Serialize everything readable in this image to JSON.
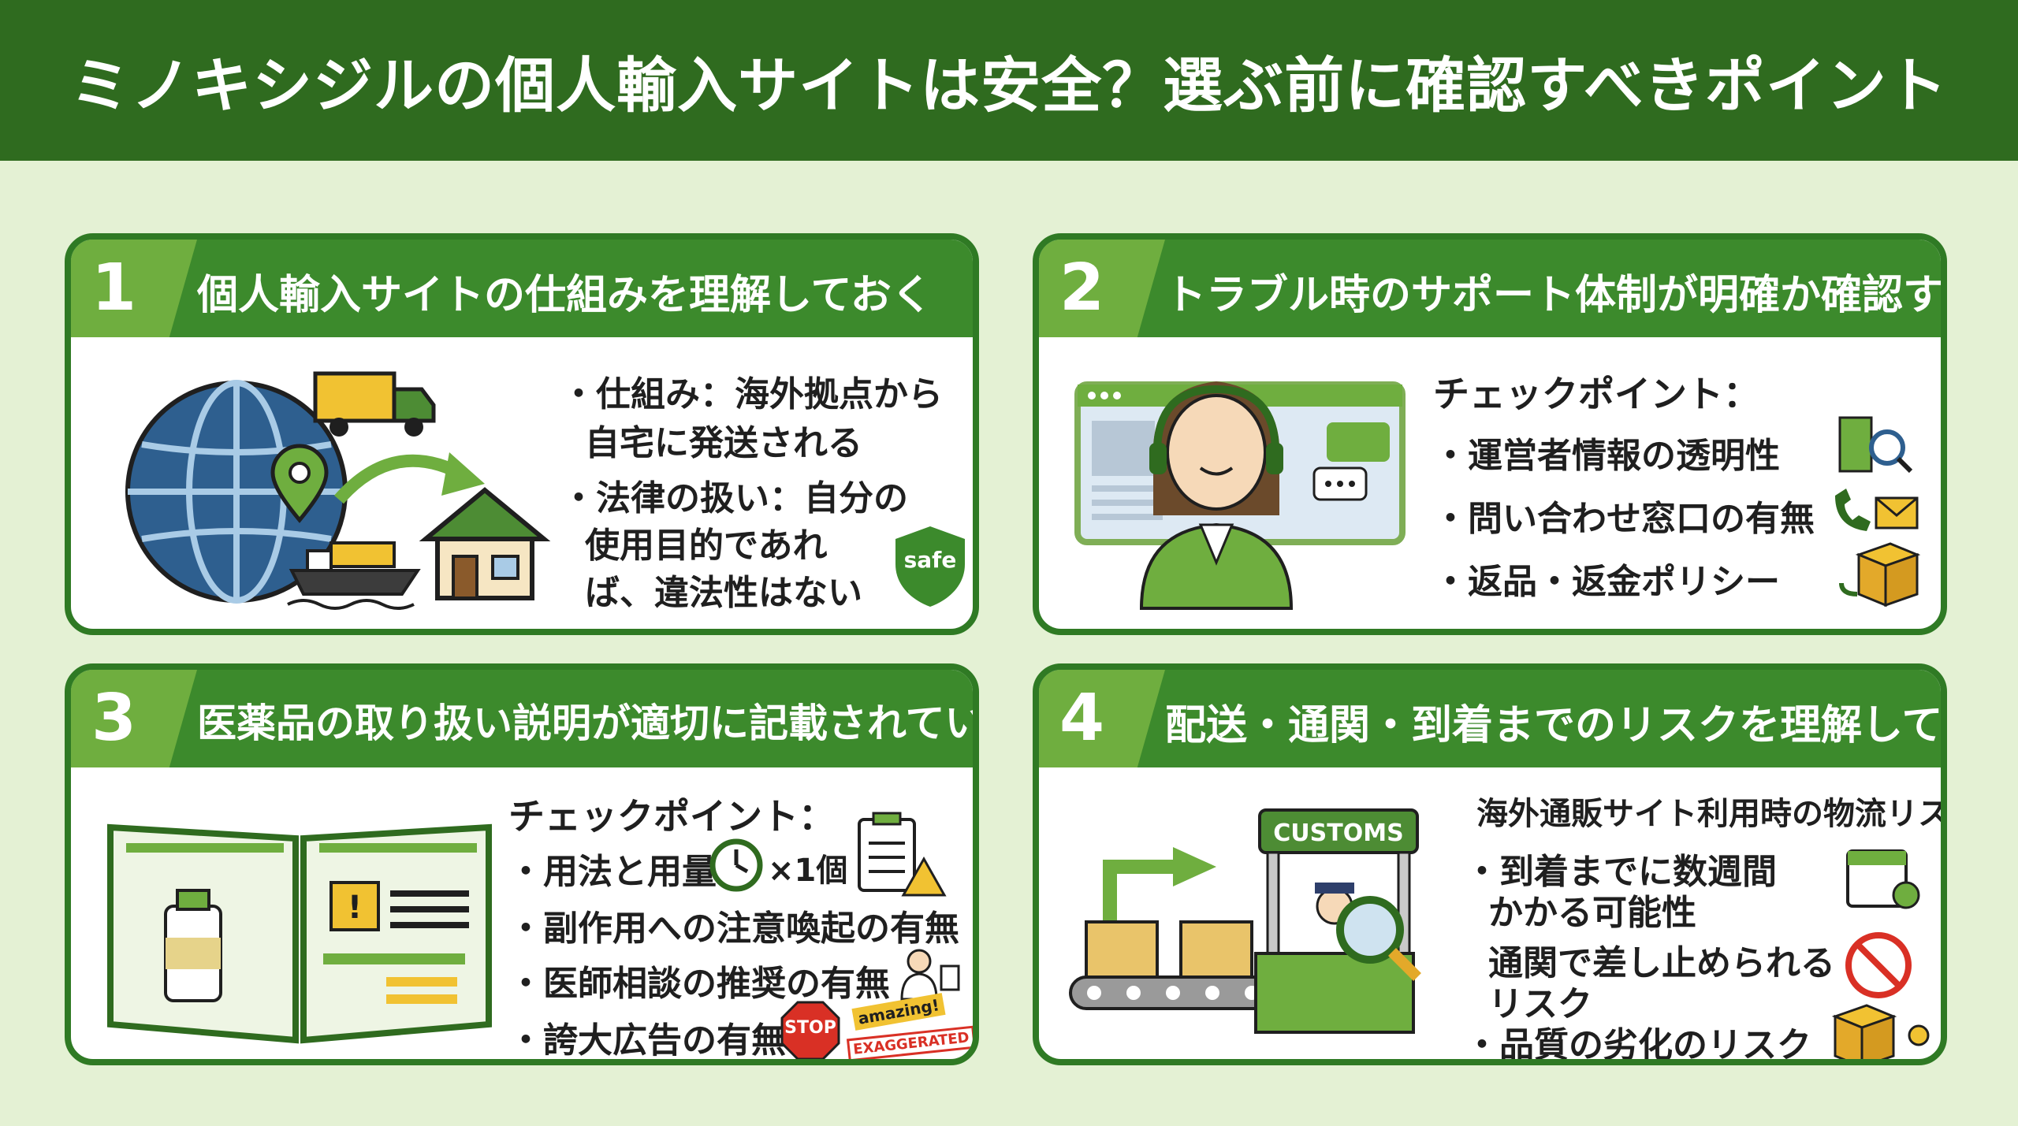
{
  "header": {
    "title": "ミノキシジルの個人輸入サイトは安全？選ぶ前に確認すべきポイント"
  },
  "cards": [
    {
      "number": "1",
      "title": "個人輸入サイトの仕組みを理解しておく",
      "bullets": [
        {
          "line1": "・仕組み：海外拠点から",
          "line2": "自宅に発送される"
        },
        {
          "line1": "・法律の扱い：自分の",
          "line2": "使用目的であれ",
          "line3": "ば、違法性はない"
        }
      ],
      "shield_label": "safe"
    },
    {
      "number": "2",
      "title": "トラブル時のサポート体制が明確か確認する",
      "heading": "チェックポイント：",
      "bullets": [
        "・運営者情報の透明性",
        "・問い合わせ窓口の有無",
        "・返品・返金ポリシー"
      ]
    },
    {
      "number": "3",
      "title": "医薬品の取り扱い説明が適切に記載されているか",
      "heading": "チェックポイント：",
      "bullets": [
        "・用法と用量",
        "・副作用への注意喚起の有無",
        "・医師相談の推奨の有無",
        "・誇大広告の有無"
      ],
      "dose_label": "×1個",
      "stop_label": "STOP",
      "amazing_label": "amazing!",
      "exaggerated_label": "EXAGGERATED"
    },
    {
      "number": "4",
      "title": "配送・通関・到着までのリスクを理解しておく",
      "heading": "海外通販サイト利用時の物流リスク：",
      "bullets": [
        {
          "line1": "・到着までに数週間",
          "line2": "かかる可能性"
        },
        {
          "line1": "通関で差し止められる",
          "line2": "リスク"
        },
        {
          "line1": "・品質の劣化のリスク"
        }
      ],
      "customs_label": "CUSTOMS"
    }
  ],
  "colors": {
    "dark_green": "#2f6b1f",
    "mid_green": "#3c8a2c",
    "light_green": "#6fae3f",
    "background": "#e4f1d4"
  }
}
